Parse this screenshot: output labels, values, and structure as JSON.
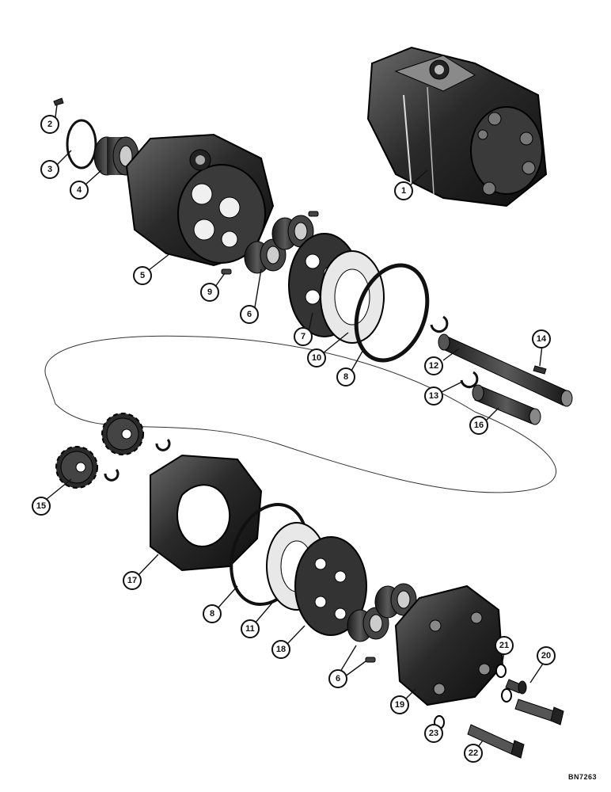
{
  "drawing_code": "BN7263",
  "callouts": [
    "1",
    "2",
    "3",
    "4",
    "5",
    "6",
    "7",
    "8",
    "9",
    "10",
    "11",
    "12",
    "13",
    "14",
    "15",
    "16",
    "17",
    "18",
    "19",
    "20",
    "21",
    "22",
    "23"
  ]
}
